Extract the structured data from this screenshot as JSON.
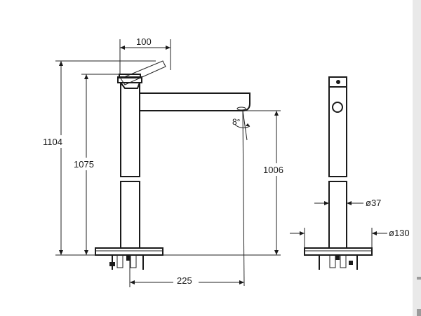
{
  "dimensions": {
    "spout_reach": "225",
    "lever_width": "100",
    "total_height": "1104",
    "lever_height": "1075",
    "spout_height": "1006",
    "spout_angle": "8°",
    "body_diameter": "ø37",
    "base_diameter": "ø130"
  }
}
